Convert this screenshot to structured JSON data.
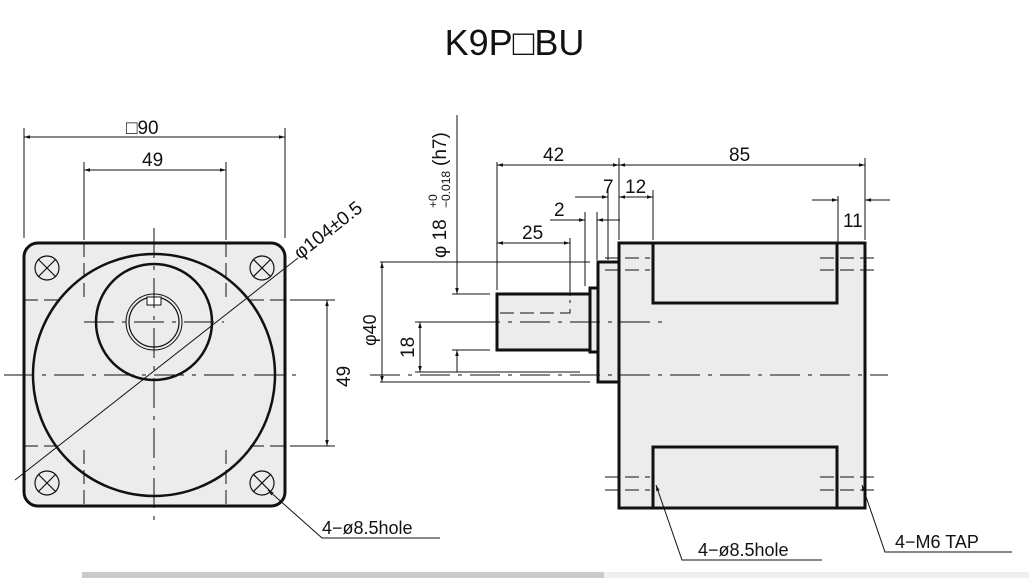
{
  "title": "K9P□BU",
  "front_view": {
    "dim_square": "□90",
    "dim_top_49": "49",
    "dim_side_49": "49",
    "dim_pcd": "φ104±0.5",
    "hole_label": "4−ø8.5hole"
  },
  "side_view": {
    "dim_shaft_dia": "φ 18",
    "dim_shaft_tol_upper": "+0",
    "dim_shaft_tol_lower": "−0.018",
    "dim_shaft_fit": "(h7)",
    "dim_pilot": "φ40",
    "dim_18": "18",
    "dim_42": "42",
    "dim_85": "85",
    "dim_7": "7",
    "dim_12": "12",
    "dim_2": "2",
    "dim_25": "25",
    "dim_11": "11",
    "hole_label": "4−ø8.5hole",
    "tap_label": "4−M6 TAP"
  },
  "colors": {
    "fill": "#ececec",
    "line": "#111111"
  }
}
